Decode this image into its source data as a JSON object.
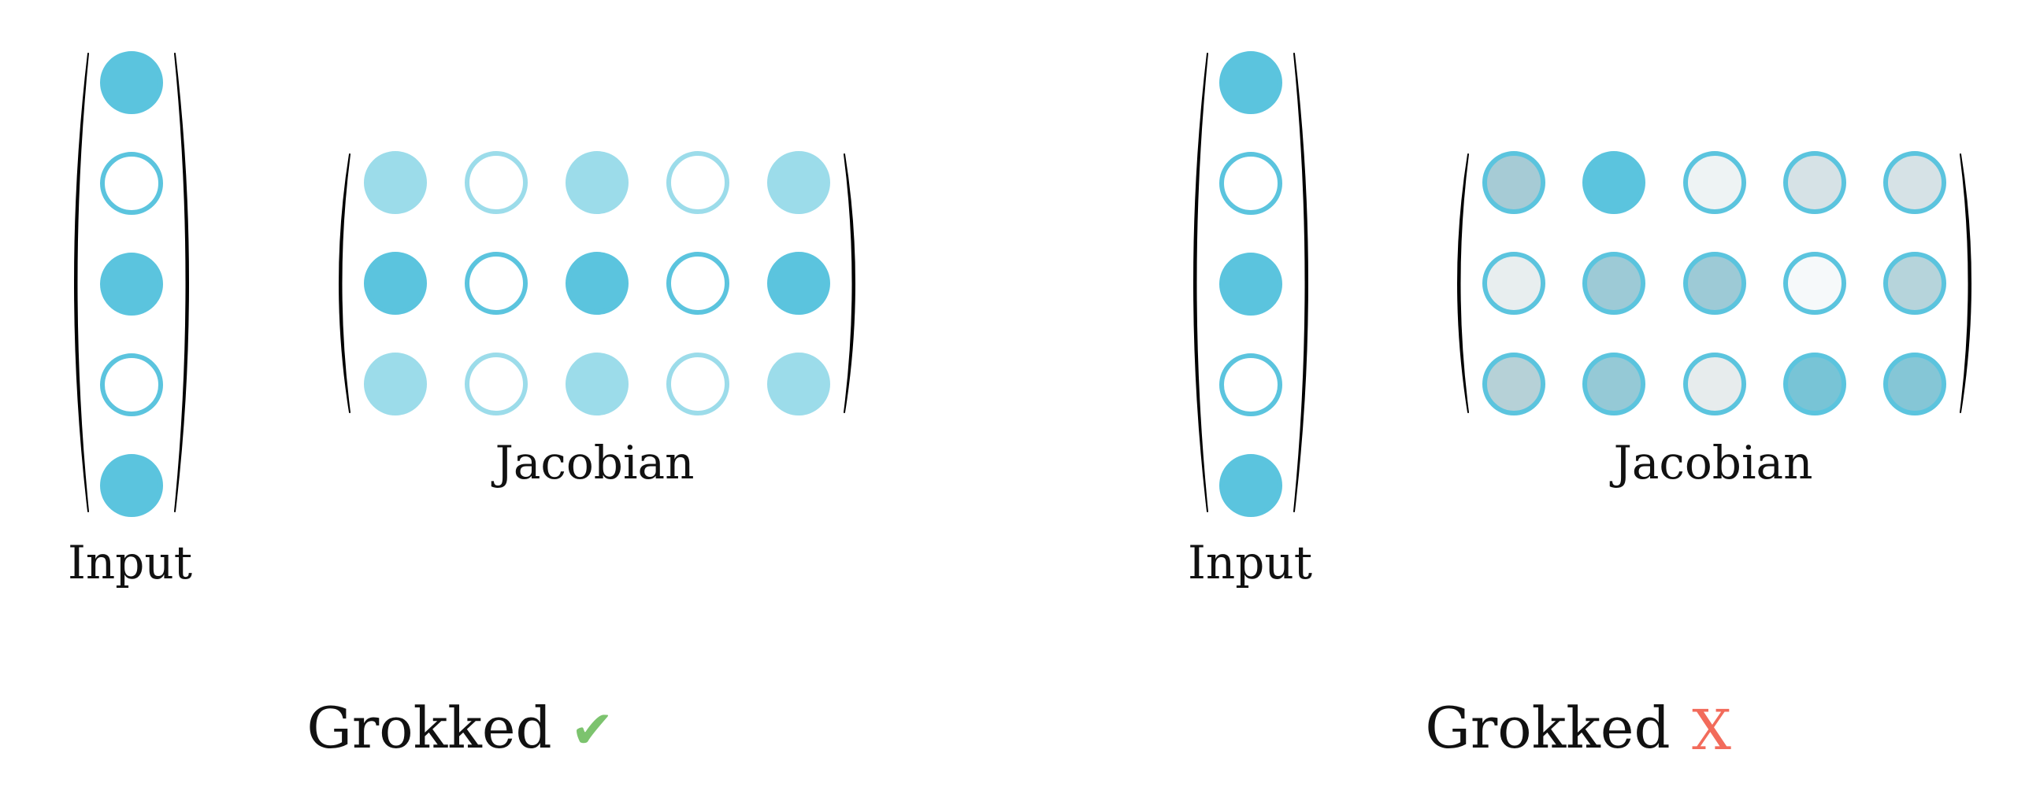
{
  "panels": [
    {
      "id": "left",
      "input_label": "Input",
      "jacobian_label": "Jacobian",
      "result_label": "Grokked",
      "result_mark": "✔",
      "result_color": "#7cc36e",
      "input_vector": [
        {
          "fill": "#5bc4de"
        },
        {
          "fill": "#ffffff"
        },
        {
          "fill": "#5bc4de"
        },
        {
          "fill": "#ffffff"
        },
        {
          "fill": "#5bc4de"
        }
      ],
      "jacobian": [
        [
          {
            "fill": "#9cdcea",
            "stroke": "#9cdcea"
          },
          {
            "fill": "#ffffff",
            "stroke": "#9cdcea"
          },
          {
            "fill": "#9cdcea",
            "stroke": "#9cdcea"
          },
          {
            "fill": "#ffffff",
            "stroke": "#9cdcea"
          },
          {
            "fill": "#9cdcea",
            "stroke": "#9cdcea"
          }
        ],
        [
          {
            "fill": "#5bc4de",
            "stroke": "#5bc4de"
          },
          {
            "fill": "#ffffff",
            "stroke": "#5bc4de"
          },
          {
            "fill": "#5bc4de",
            "stroke": "#5bc4de"
          },
          {
            "fill": "#ffffff",
            "stroke": "#5bc4de"
          },
          {
            "fill": "#5bc4de",
            "stroke": "#5bc4de"
          }
        ],
        [
          {
            "fill": "#9cdcea",
            "stroke": "#9cdcea"
          },
          {
            "fill": "#ffffff",
            "stroke": "#9cdcea"
          },
          {
            "fill": "#9cdcea",
            "stroke": "#9cdcea"
          },
          {
            "fill": "#ffffff",
            "stroke": "#9cdcea"
          },
          {
            "fill": "#9cdcea",
            "stroke": "#9cdcea"
          }
        ]
      ]
    },
    {
      "id": "right",
      "input_label": "Input",
      "jacobian_label": "Jacobian",
      "result_label": "Grokked",
      "result_mark": "X",
      "result_color": "#f26b5b",
      "input_vector": [
        {
          "fill": "#5bc4de"
        },
        {
          "fill": "#ffffff"
        },
        {
          "fill": "#5bc4de"
        },
        {
          "fill": "#ffffff"
        },
        {
          "fill": "#5bc4de"
        }
      ],
      "jacobian": [
        [
          {
            "fill": "#a6cbd5",
            "stroke": "#5bc4de"
          },
          {
            "fill": "#5bc4de",
            "stroke": "#5bc4de"
          },
          {
            "fill": "#eef3f4",
            "stroke": "#5bc4de"
          },
          {
            "fill": "#d6e2e6",
            "stroke": "#5bc4de"
          },
          {
            "fill": "#d6e2e6",
            "stroke": "#5bc4de"
          }
        ],
        [
          {
            "fill": "#e8eeef",
            "stroke": "#5bc4de"
          },
          {
            "fill": "#9dcad6",
            "stroke": "#5bc4de"
          },
          {
            "fill": "#9dcad6",
            "stroke": "#5bc4de"
          },
          {
            "fill": "#f6f9fa",
            "stroke": "#5bc4de"
          },
          {
            "fill": "#b6d4db",
            "stroke": "#5bc4de"
          }
        ],
        [
          {
            "fill": "#b6d1d7",
            "stroke": "#5bc4de"
          },
          {
            "fill": "#95c9d6",
            "stroke": "#5bc4de"
          },
          {
            "fill": "#e7eced",
            "stroke": "#5bc4de"
          },
          {
            "fill": "#78c4d6",
            "stroke": "#5bc4de"
          },
          {
            "fill": "#85c6d6",
            "stroke": "#5bc4de"
          }
        ]
      ]
    }
  ],
  "colors": {
    "accent": "#5bc4de",
    "bracket": "#000000",
    "text": "#111111",
    "check": "#7cc36e",
    "cross": "#f26b5b"
  }
}
